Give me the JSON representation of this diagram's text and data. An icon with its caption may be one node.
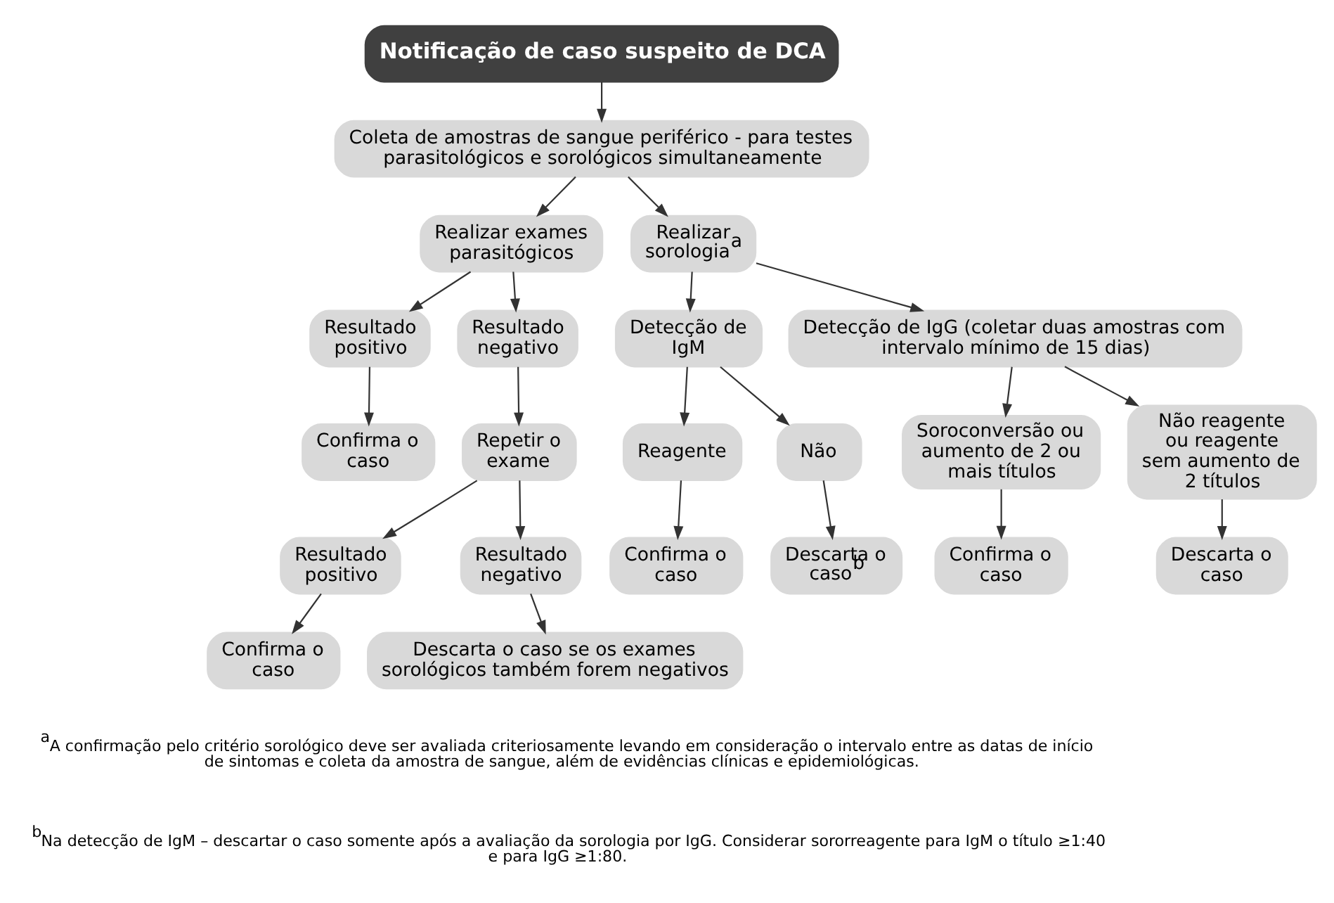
{
  "diagram": {
    "nodes": [
      {
        "text": [
          "Notificação de caso suspeito de DCA"
        ]
      },
      {
        "text": [
          "Coleta de amostras de sangue periférico - para testes parasitológicos e sorológicos simultaneamente"
        ]
      },
      {
        "text": [
          "Realizar exames parasitógicos"
        ]
      },
      {
        "text": [
          "Realizar sorologia$^{a}$"
        ]
      },
      {
        "text": [
          "Resultado positivo"
        ]
      },
      {
        "text": [
          "Resultado negativo"
        ]
      },
      {
        "text": [
          "Detecção de IgM"
        ]
      },
      {
        "text": [
          "Detecção de IgG (coletar duas amostras com intervalo mínimo de 15 dias)"
        ]
      },
      {
        "text": [
          "Confirma o caso"
        ]
      },
      {
        "text": [
          "Repetir o exame"
        ]
      },
      {
        "text": [
          "Reagente"
        ]
      },
      {
        "text": [
          "Não"
        ]
      },
      {
        "text": [
          "Soroconversão ou aumento de 2 ou mais títulos"
        ]
      },
      {
        "text": [
          "Não reagente ou reagente sem aumento de 2 títulos"
        ]
      },
      {
        "text": [
          "Resultado positivo"
        ]
      },
      {
        "text": [
          "Resultado negativo"
        ]
      },
      {
        "text": [
          "Confirma o caso"
        ]
      },
      {
        "text": [
          "Descarta o caso$^{b}$"
        ]
      },
      {
        "text": [
          "Confirma o caso"
        ]
      },
      {
        "text": [
          "Descarta o caso"
        ]
      },
      {
        "text": [
          "Confirma o caso"
        ]
      },
      {
        "text": [
          "Descarta o caso se os exames sorológicos também forem negativos"
        ]
      }
    ],
    "edges": [
      {
        "from": 0,
        "to": 1,
        "arrow": "to"
      },
      {
        "from": 1,
        "to": 2,
        "arrow": "to"
      },
      {
        "from": 1,
        "to": 3,
        "arrow": "to"
      },
      {
        "from": 2,
        "to": 4,
        "arrow": "to"
      },
      {
        "from": 2,
        "to": 5,
        "arrow": "to"
      },
      {
        "from": 3,
        "to": 6,
        "arrow": "to"
      },
      {
        "from": 3,
        "to": 7,
        "arrow": "to"
      },
      {
        "from": 4,
        "to": 8,
        "arrow": "to"
      },
      {
        "from": 5,
        "to": 9,
        "arrow": "to"
      },
      {
        "from": 9,
        "to": 14,
        "arrow": "to"
      },
      {
        "from": 9,
        "to": 15,
        "arrow": "to"
      },
      {
        "from": 6,
        "to": 10,
        "arrow": "to"
      },
      {
        "from": 6,
        "to": 11,
        "arrow": "to"
      },
      {
        "from": 10,
        "to": 16,
        "arrow": "to"
      },
      {
        "from": 11,
        "to": 17,
        "arrow": "to"
      },
      {
        "from": 7,
        "to": 12,
        "arrow": "to"
      },
      {
        "from": 7,
        "to": 13,
        "arrow": "to"
      },
      {
        "from": 12,
        "to": 18,
        "arrow": "to"
      },
      {
        "from": 13,
        "to": 19,
        "arrow": "to"
      },
      {
        "from": 14,
        "to": 20,
        "arrow": "to"
      },
      {
        "from": 15,
        "to": 21,
        "arrow": "to"
      }
    ],
    "labels": [
      "$^{a}$A confirmação pelo critério sorológico deve ser avaliada criteriosamente levando em consideração o intervalo entre as datas de início de sintomas e coleta da amostra de sangue, além de evidências clínicas e epidemiológicas.",
      "$^{b}$Na detecção de IgM – descartar o caso somente após a avaliação da sorologia por IgG. Considerar sororreagente para IgM o título ≥1:40 e para IgG ≥1:80."
    ]
  }
}
